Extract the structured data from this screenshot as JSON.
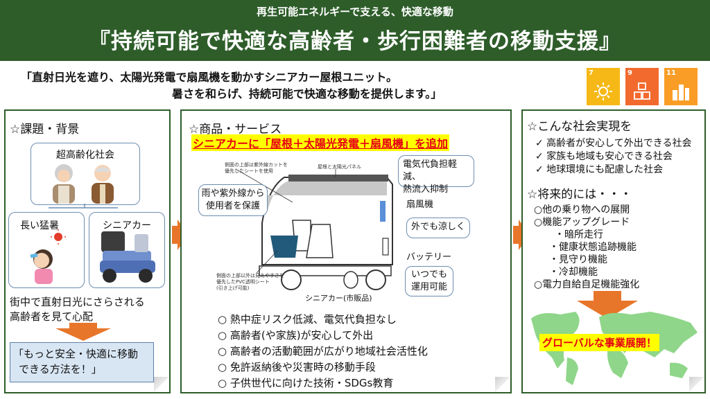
{
  "header": {
    "subtitle": "再生可能エネルギーで支える、快適な移動",
    "title": "『持続可能で快適な高齢者・歩行困難者の移動支援』"
  },
  "tagline": {
    "line1": "「直射日光を遮り、太陽光発電で扇風機を動かすシニアカー屋根ユニット。",
    "line2": "暑さを和らげ、持続可能で快適な移動を提供します。」"
  },
  "sdgs": [
    {
      "num": "7",
      "color": "#f6b816",
      "icon": "sun-icon"
    },
    {
      "num": "9",
      "color": "#f26a2e",
      "icon": "cubes-icon"
    },
    {
      "num": "11",
      "color": "#f99d26",
      "icon": "buildings-icon"
    }
  ],
  "panel1": {
    "title": "☆課題・背景",
    "aging_label": "超高齢化社会",
    "heat_label": "長い猛暑",
    "seniorcar_label": "シニアカー",
    "concern_line1": "街中で直射日光にさらされる",
    "concern_line2": "高齢者を見て心配",
    "wish_line1": "「もっと安全・快適に移動",
    "wish_line2": "できる方法を！」"
  },
  "panel2": {
    "title": "☆商品・サービス",
    "headline": "シニアカーに「屋根＋太陽光発電＋扇風機」を追加",
    "note_top_left_1": "側面の上部は紫外線カットを",
    "note_top_left_2": "優先したシートを使用",
    "note_top_right": "屋根と太陽光パネル",
    "bubble_uv_1": "雨や紫外線から",
    "bubble_uv_2": "使用者を保護",
    "bubble_elec_1": "電気代負担軽減、",
    "bubble_elec_2": "熱流入抑制",
    "fan_label": "扇風機",
    "bubble_cool": "外でも涼しく",
    "battery_label": "バッテリー",
    "bubble_battery_1": "いつでも",
    "bubble_battery_2": "運用可能",
    "note_bottom_1": "側面の上部以外は見えやすさを",
    "note_bottom_2": "優先したPVC透明シート",
    "note_bottom_3": "(引き上げ可能)",
    "caption": "シニアカー(市販品)",
    "benefits": [
      "○ 熱中症リスク低減、電気代負担なし",
      "○ 高齢者(や家族)が安心して外出",
      "○ 高齢者の活動範囲が広がり地域社会活性化",
      "○ 免許返納後や災害時の移動手段",
      "○ 子供世代に向けた技術・SDGs教育"
    ]
  },
  "panel3": {
    "title1": "☆こんな社会実現を",
    "goals": [
      "✓ 高齢者が安心して外出できる社会",
      "✓ 家族も地域も安心できる社会",
      "✓ 地球環境にも配慮した社会"
    ],
    "title2": "☆将来的には・・・",
    "future": [
      "○他の乗り物への展開",
      "○機能アップグレード",
      "・暗所走行",
      "・健康状態追跡機能",
      "・見守り機能",
      "・冷却機能",
      "○電力自給自足機能強化"
    ],
    "global": "グローバルな事業展開！"
  },
  "colors": {
    "header": "#2e5d2a",
    "arrow": "#e8762a",
    "headline_red": "#e60012",
    "highlight_yellow": "#ffff00"
  }
}
